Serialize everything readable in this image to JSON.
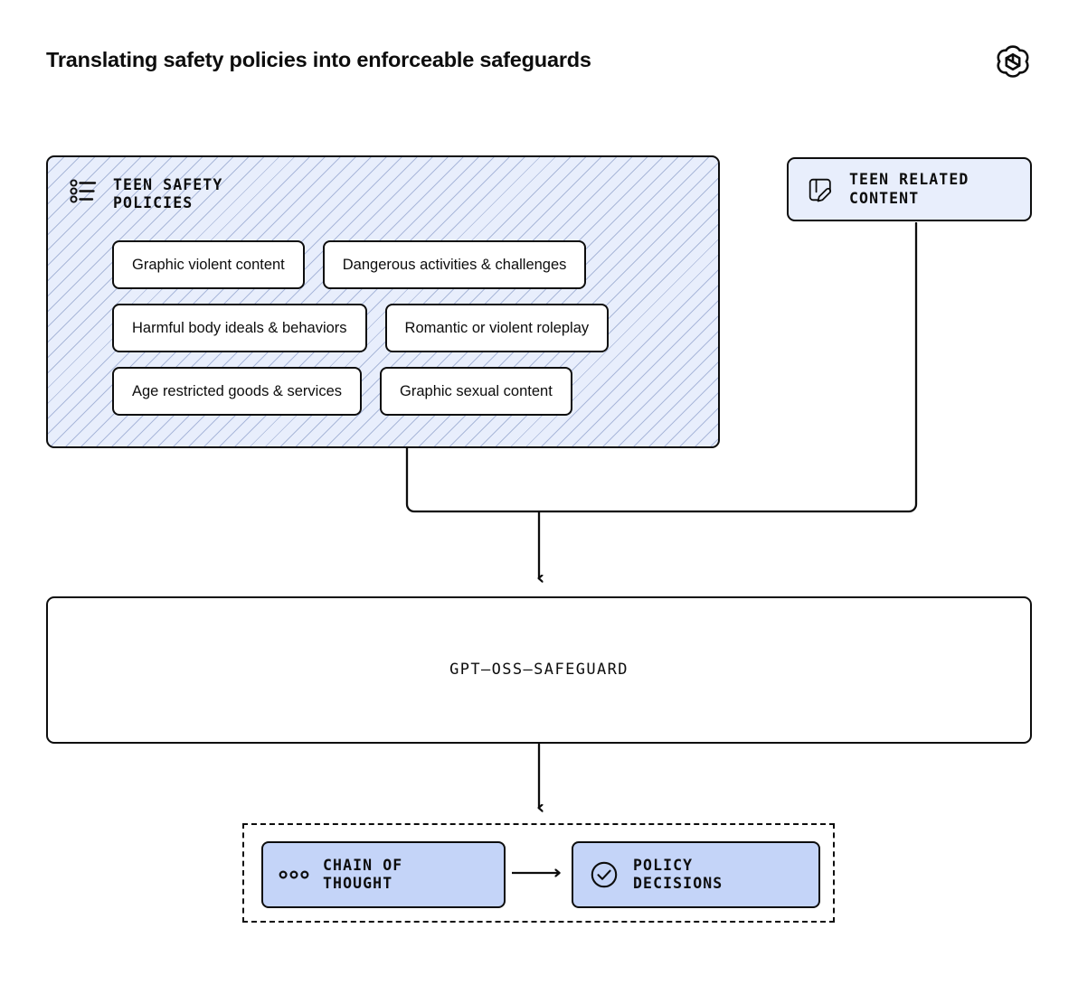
{
  "page": {
    "title": "Translating safety policies into enforceable safeguards",
    "logo_icon": "openai-logo-icon",
    "background_color": "#ffffff"
  },
  "colors": {
    "stroke": "#0d0d0d",
    "panel_fill": "#e8eefc",
    "hatch_line": "#7b8cbe",
    "card_fill": "#ffffff",
    "output_card_fill": "#c4d4f8"
  },
  "policies_panel": {
    "icon": "bulleted-list-icon",
    "heading": "TEEN SAFETY\nPOLICIES",
    "cards": [
      "Graphic violent content",
      "Dangerous activities & challenges",
      "Harmful body ideals & behaviors",
      "Romantic or violent roleplay",
      "Age restricted goods & services",
      "Graphic sexual content"
    ]
  },
  "teen_content": {
    "icon": "document-pencil-icon",
    "label": "TEEN RELATED\nCONTENT"
  },
  "safeguard": {
    "label": "GPT–OSS–SAFEGUARD"
  },
  "output": {
    "chain_of_thought": {
      "icon": "three-dots-icon",
      "label": "CHAIN OF\nTHOUGHT"
    },
    "policy_decisions": {
      "icon": "check-circle-icon",
      "label": "POLICY\nDECISIONS"
    }
  }
}
